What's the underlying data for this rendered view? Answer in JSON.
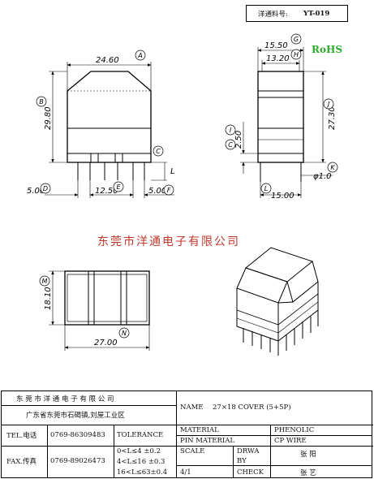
{
  "part_box": {
    "label": "洋通料号:",
    "value": "YT-019"
  },
  "rohs": "RoHS",
  "watermark_company": "东莞市洋通电子有限公司",
  "dims": {
    "w24": "24.60",
    "h29": "29.80",
    "p5a": "5.00",
    "p12": "12.50",
    "p5b": "5.00",
    "d15_50": "15.50",
    "d13_20": "13.20",
    "h27": "27.30",
    "d2_50": "2.50",
    "d15": "15.00",
    "phi": "φ1.0",
    "d18": "18.10",
    "d27": "27.00",
    "L": "L"
  },
  "circ": {
    "A": "A",
    "B": "B",
    "C": "C",
    "C2": "C",
    "D": "D",
    "E": "E",
    "F": "F",
    "G": "G",
    "H": "H",
    "I": "I",
    "J": "J",
    "K": "K",
    "L": "L",
    "M": "M",
    "N": "N"
  },
  "title_block": {
    "company": "东 莞 市 洋 通 电 子 有 限 公 司",
    "address": "广东省东莞市石碣镇,刘屋工业区",
    "tel_label": "TEL.电话",
    "tel_value": "0769-86309483",
    "fax_label": "FAX.传真",
    "fax_value": "0769-89026473",
    "tolerance_label": "TOLERANCE",
    "tol1": "0<L≤4   ±0.2",
    "tol2": "4<L≤16  ±0.3",
    "tol3": "16<L≤63±0.4",
    "name_label": "NAME",
    "name_value": "27×18 COVER   (5+5P)",
    "material_label": "MATERIAL",
    "material_value": "PHENOLIC",
    "pin_label": "PIN MATERIAL",
    "pin_value": "CP WIRE",
    "scale_label": "SCALE",
    "scale_value": "4/1",
    "drwa_label": "DRWA",
    "by_label": "BY",
    "drawn_by": "张 阳",
    "check_label": "CHECK",
    "checked_by": "张 艺"
  }
}
